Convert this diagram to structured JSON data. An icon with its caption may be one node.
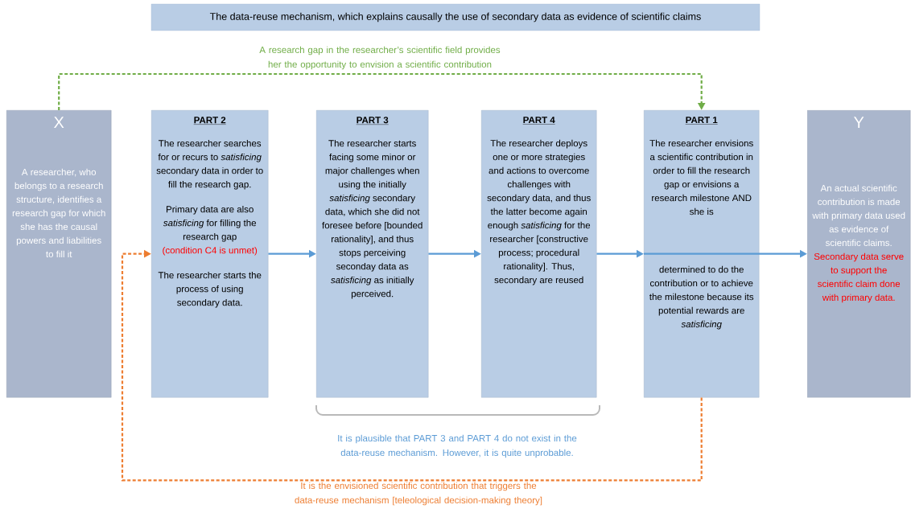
{
  "diagram": {
    "title": "The data-reuse mechanism, which explains causally the use of secondary data as evidence of scientific claims",
    "nodes": [
      {
        "text": [
          "X",
          "A researcher, who belongs to a research structure, identifies a research gap for which she has the causal powers and liabilities to fill it"
        ]
      },
      {
        "text": [
          "PART 2",
          "The researcher searches for or recurs to *satisficing* secondary data in order to fill the research gap.",
          "Primary data are also *satisficing* for filling the research gap",
          "(condition C4 is unmet)",
          "The researcher starts the process of using secondary data."
        ]
      },
      {
        "text": [
          "PART 3",
          "The researcher starts facing some minor or major challenges when using the initially *satisficing* secondary data, which she did not foresee before [bounded rationality], and thus stops perceiving seconday data as *satisficing* as initially perceived."
        ]
      },
      {
        "text": [
          "PART 4",
          "The researcher deploys one or more strategies and actions to overcome challenges with secondary data, and thus the latter become again enough *satisficing* for the researcher [constructive process; procedural rationality]. Thus, secondary are reused"
        ]
      },
      {
        "text": [
          "PART 1",
          "The researcher envisions a scientific contribution in order to fill the research gap or envisions a research milestone AND she is",
          "determined to do the contribution or to achieve the milestone because its potential rewards are *satisficing*"
        ]
      },
      {
        "text": [
          "Y",
          "An actual scientific contribution is made with primary data used as evidence of scientific claims.",
          "Secondary data serve to support the scientific claim done with primary data."
        ]
      }
    ],
    "edges": [
      {
        "from": 0,
        "to": 4,
        "arrow": "to",
        "label": "A research gap in the researcher’s scientific field provides her the opportunity to envision a scientific contribution",
        "style": "dashed",
        "color": "#70ad47"
      },
      {
        "from": 1,
        "to": 2,
        "arrow": "to"
      },
      {
        "from": 2,
        "to": 3,
        "arrow": "to"
      },
      {
        "from": 3,
        "to": 4,
        "arrow": "to"
      },
      {
        "from": 4,
        "to": 5,
        "arrow": "to"
      },
      {
        "from": 4,
        "to": 1,
        "arrow": "to",
        "label": "It is the envisioned scientific contribution that triggers the data-reuse mechanism [teleological decision-making theory]",
        "style": "dashed",
        "color": "#ed7d31"
      }
    ],
    "labels": [
      "It is plausible that PART 3 and PART 4 do not exist in the data-reuse mechanism. However, it is quite unprobable."
    ]
  }
}
